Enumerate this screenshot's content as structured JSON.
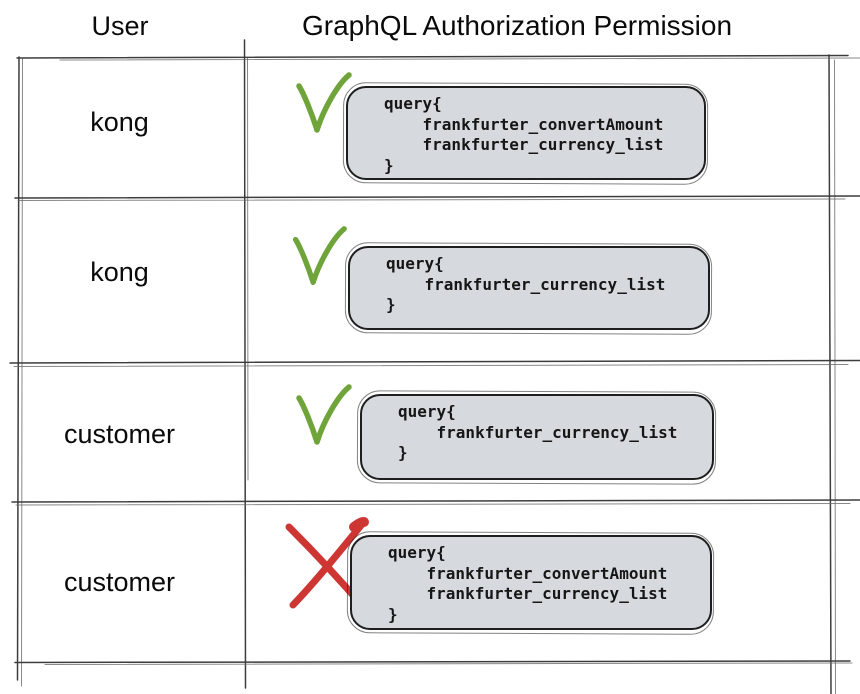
{
  "header": {
    "col_user": "User",
    "col_permission": "GraphQL Authorization Permission"
  },
  "rows": [
    {
      "user": "kong",
      "allowed": true,
      "status_icon": "check-icon",
      "code": "query{\n    frankfurter_convertAmount\n    frankfurter_currency_list\n}"
    },
    {
      "user": "kong",
      "allowed": true,
      "status_icon": "check-icon",
      "code": "query{\n    frankfurter_currency_list\n}"
    },
    {
      "user": "customer",
      "allowed": true,
      "status_icon": "check-icon",
      "code": "query{\n    frankfurter_currency_list\n}"
    },
    {
      "user": "customer",
      "allowed": false,
      "status_icon": "cross-icon",
      "code": "query{\n    frankfurter_convertAmount\n    frankfurter_currency_list\n}"
    }
  ],
  "colors": {
    "check_green": "#6fa43a",
    "cross_red": "#ce3633",
    "code_box_fill": "#d6dade",
    "ink": "#1e1e1e",
    "grid_line": "#3d3d3d"
  }
}
